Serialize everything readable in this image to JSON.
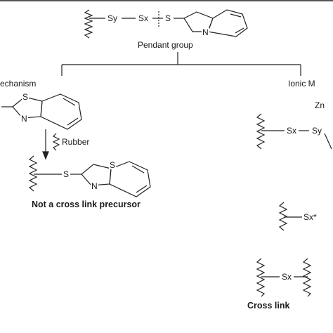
{
  "pendant": {
    "chain_sy": "Sy",
    "chain_sx": "Sx",
    "chain_s": "S",
    "ring_n": "N",
    "caption": "Pendant group"
  },
  "left_branch": {
    "heading": "echanism",
    "ring_s": "S",
    "ring_n": "N",
    "reagent": "Rubber",
    "product_s_link": "S",
    "product_ring_s": "S",
    "product_ring_n": "N",
    "caption": "Not a cross link precursor"
  },
  "right_branch": {
    "heading": "Ionic M",
    "zn_label": "Zn",
    "chain_sx": "Sx",
    "chain_sy": "Sy",
    "radical": "Sx*",
    "crosslink_sx": "Sx",
    "caption": "Cross link"
  }
}
